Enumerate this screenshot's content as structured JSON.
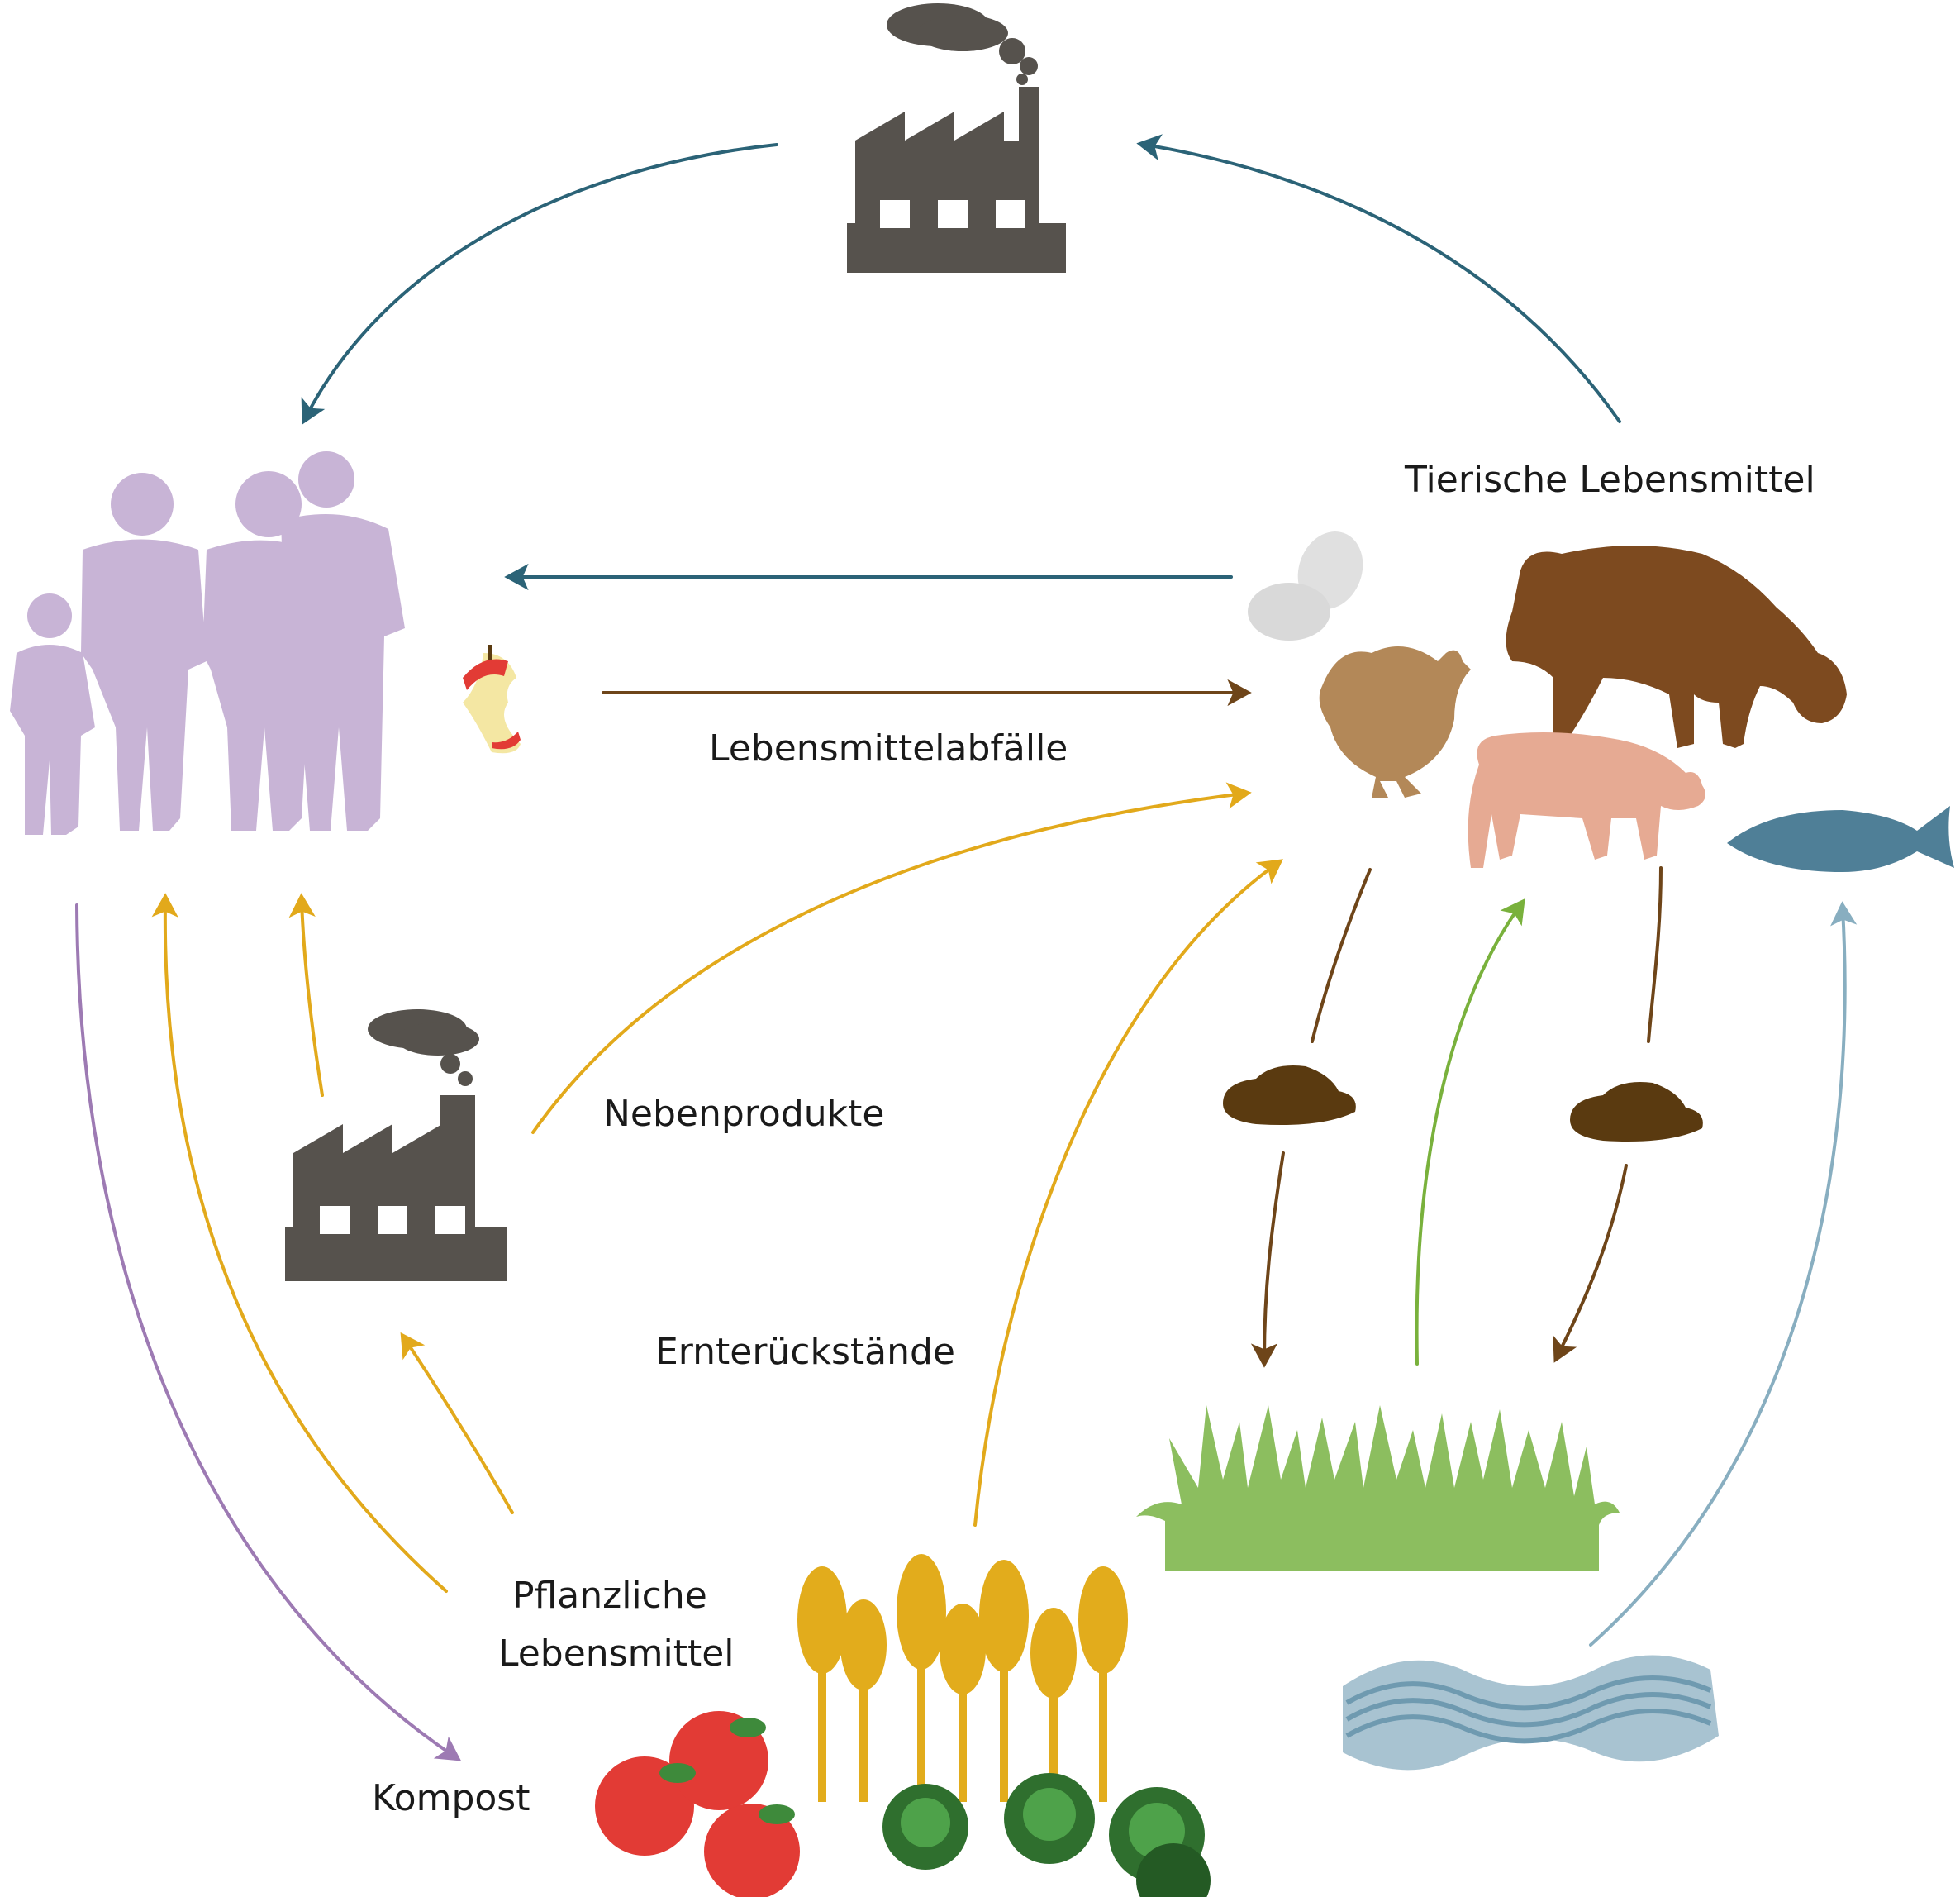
{
  "labels": {
    "tierische_lebensmittel": "Tierische Lebensmittel",
    "lebensmittelabfaelle": "Lebensmittelabfälle",
    "nebenprodukte": "Nebenprodukte",
    "ernterueckstaende": "Ernterückstände",
    "pflanzliche_line1": "Pflanzliche",
    "pflanzliche_line2": "Lebensmittel",
    "kompost": "Kompost"
  },
  "icons": {
    "factory_top": "factory-icon",
    "factory_left": "factory-icon",
    "people": "people-icon",
    "apple_core": "apple-core-icon",
    "eggs": "eggs-icon",
    "chicken": "chicken-icon",
    "cow": "cow-icon",
    "pig": "pig-icon",
    "fish": "fish-icon",
    "manure": "manure-icon",
    "grass": "grass-icon",
    "water": "water-icon",
    "wheat": "wheat-icon",
    "apples": "apples-icon",
    "cabbage": "cabbage-icon"
  },
  "colors": {
    "teal_arrow": "#2b6377",
    "brown_arrow": "#6e4519",
    "yellow_arrow": "#e2a91b",
    "green_arrow": "#79b13c",
    "purple_arrow": "#9d7ab3",
    "lightblue_arrow": "#88aec0",
    "factory": "#56524d",
    "people": "#c8b4d6",
    "cow": "#7d4a1f",
    "pig": "#e6aa93",
    "chicken": "#b38858",
    "fish": "#4f7f97",
    "manure": "#5a3a10",
    "grass": "#8cbe5f",
    "water": "#a8c3d1",
    "wheat": "#e2ac1c",
    "apple": "#e23b35",
    "cabbage": "#3e8a3b"
  }
}
